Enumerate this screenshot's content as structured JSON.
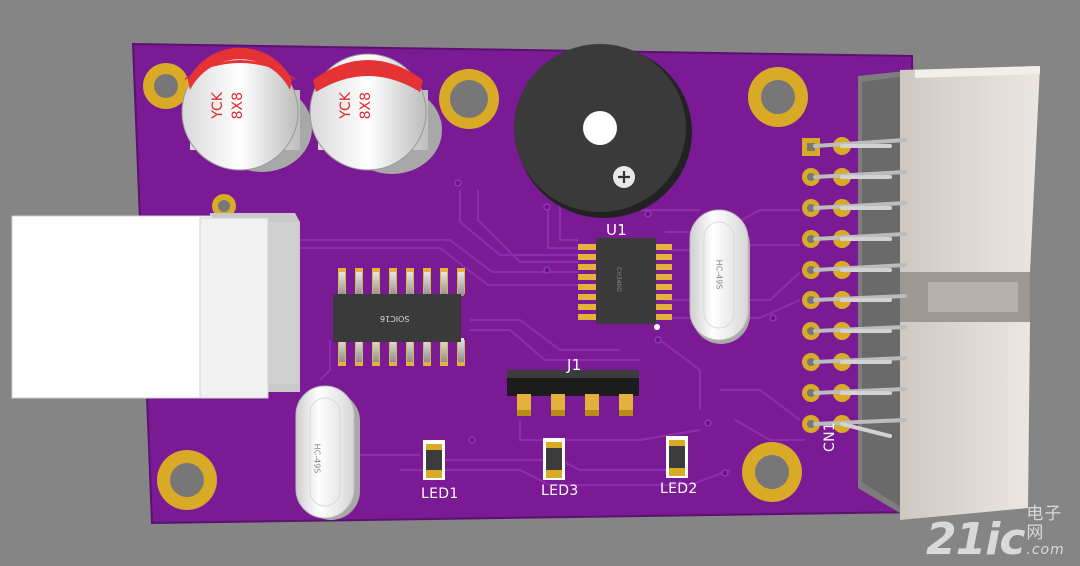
{
  "scene": {
    "background_color": "#858585",
    "pcb_color": "#7a1a94",
    "trace_color": "#8e2cad",
    "pad_gold": "#d8aa26"
  },
  "components": {
    "capacitor_left": {
      "marking_top": "8X8",
      "marking_bottom": "YCK"
    },
    "capacitor_right": {
      "marking_top": "8X8",
      "marking_bottom": "YCK"
    },
    "buzzer": {
      "screw_icon": "screw-cross-icon"
    },
    "soic": {
      "marking": "SOIC16"
    },
    "u1": {
      "designator": "U1",
      "marking": "CH340G"
    },
    "crystal_right": {
      "marking": "HC-49S"
    },
    "crystal_left": {
      "marking": "HC-49S"
    },
    "j1": {
      "designator": "J1"
    },
    "cn1": {
      "designator": "CN1"
    },
    "leds": [
      {
        "designator": "LED1"
      },
      {
        "designator": "LED3"
      },
      {
        "designator": "LED2"
      }
    ]
  },
  "watermark": {
    "brand": "21ic",
    "cn_text": "电子网",
    "domain": ".com"
  }
}
